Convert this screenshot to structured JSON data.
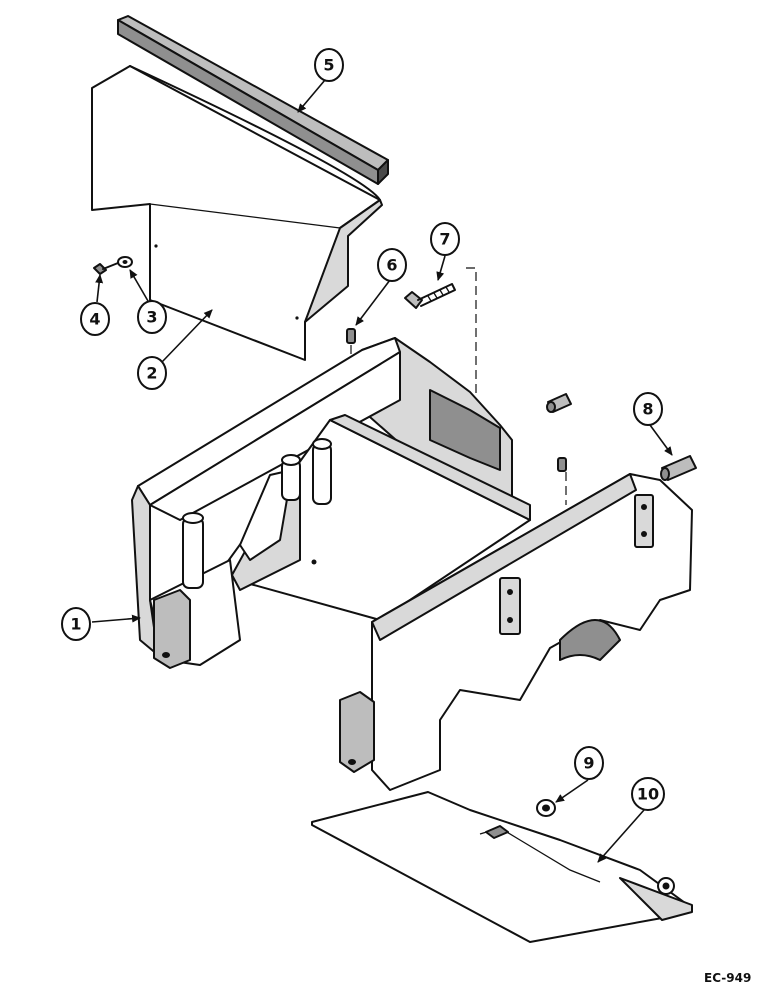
{
  "callouts": [
    {
      "id": "1",
      "label": "1"
    },
    {
      "id": "2",
      "label": "2"
    },
    {
      "id": "3",
      "label": "3"
    },
    {
      "id": "4",
      "label": "4"
    },
    {
      "id": "5",
      "label": "5"
    },
    {
      "id": "6",
      "label": "6"
    },
    {
      "id": "7",
      "label": "7"
    },
    {
      "id": "8",
      "label": "8"
    },
    {
      "id": "9",
      "label": "9"
    },
    {
      "id": "10",
      "label": "10"
    }
  ],
  "figure_reference": "EC-949",
  "colors": {
    "ink": "#111111",
    "paper": "#ffffff",
    "shade": "#bdbdbd"
  }
}
